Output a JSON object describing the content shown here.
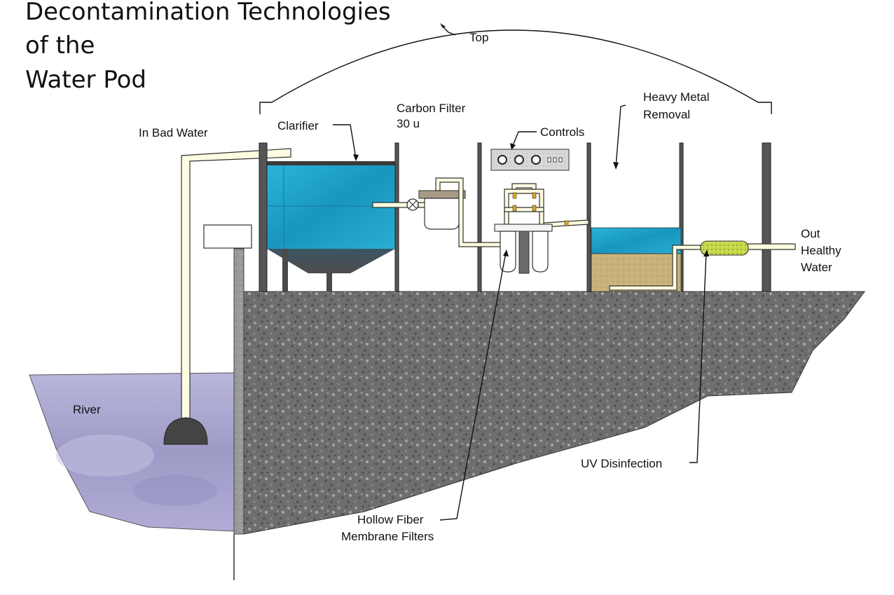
{
  "title": {
    "line1": "Decontamination Technologies",
    "line2": "of the",
    "line3": "Water Pod"
  },
  "labels": {
    "top": "Top",
    "in_bad_water": "In Bad Water",
    "clarifier": "Clarifier",
    "carbon_filter_1": "Carbon Filter",
    "carbon_filter_2": "30 u",
    "controls": "Controls",
    "heavy_metal_1": "Heavy Metal",
    "heavy_metal_2": "Removal",
    "out_1": "Out",
    "out_2": "Healthy",
    "out_3": "Water",
    "river": "River",
    "uv": "UV Disinfection",
    "hollow_1": "Hollow Fiber",
    "hollow_2": "Membrane Filters"
  },
  "colors": {
    "water": "#1fa4c9",
    "ground": "#707070",
    "river": "#a9a6cf",
    "sand": "#c8b27c",
    "uv_lamp": "#c6d84a",
    "pipe": "#fdfbe0"
  }
}
